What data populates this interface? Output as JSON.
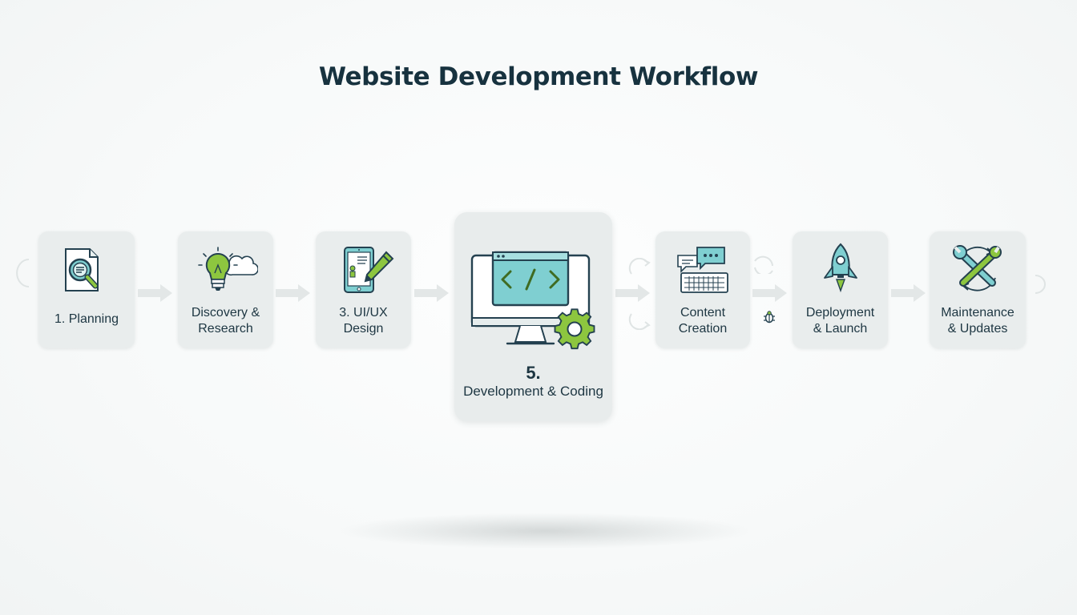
{
  "title": "Website Development Workflow",
  "steps": [
    {
      "label": "1. Planning",
      "icon": "document-search-icon"
    },
    {
      "label": "Discovery &\nResearch",
      "icon": "lightbulb-cloud-icon"
    },
    {
      "label": "3. UI/UX\nDesign",
      "icon": "tablet-pencil-icon"
    },
    {
      "number": "5.",
      "label": "Development & Coding",
      "icon": "monitor-code-gear-icon"
    },
    {
      "label": "Content\nCreation",
      "icon": "chat-keyboard-icon"
    },
    {
      "label": "Deployment\n& Launch",
      "icon": "rocket-icon"
    },
    {
      "label": "Maintenance\n& Updates",
      "icon": "wrench-cycle-icon"
    }
  ],
  "colors": {
    "title": "#17323f",
    "card": "#e9eded",
    "teal": "#7fcfd1",
    "green": "#8dc63f",
    "outline": "#244150",
    "arrow": "#e2e6e6"
  }
}
